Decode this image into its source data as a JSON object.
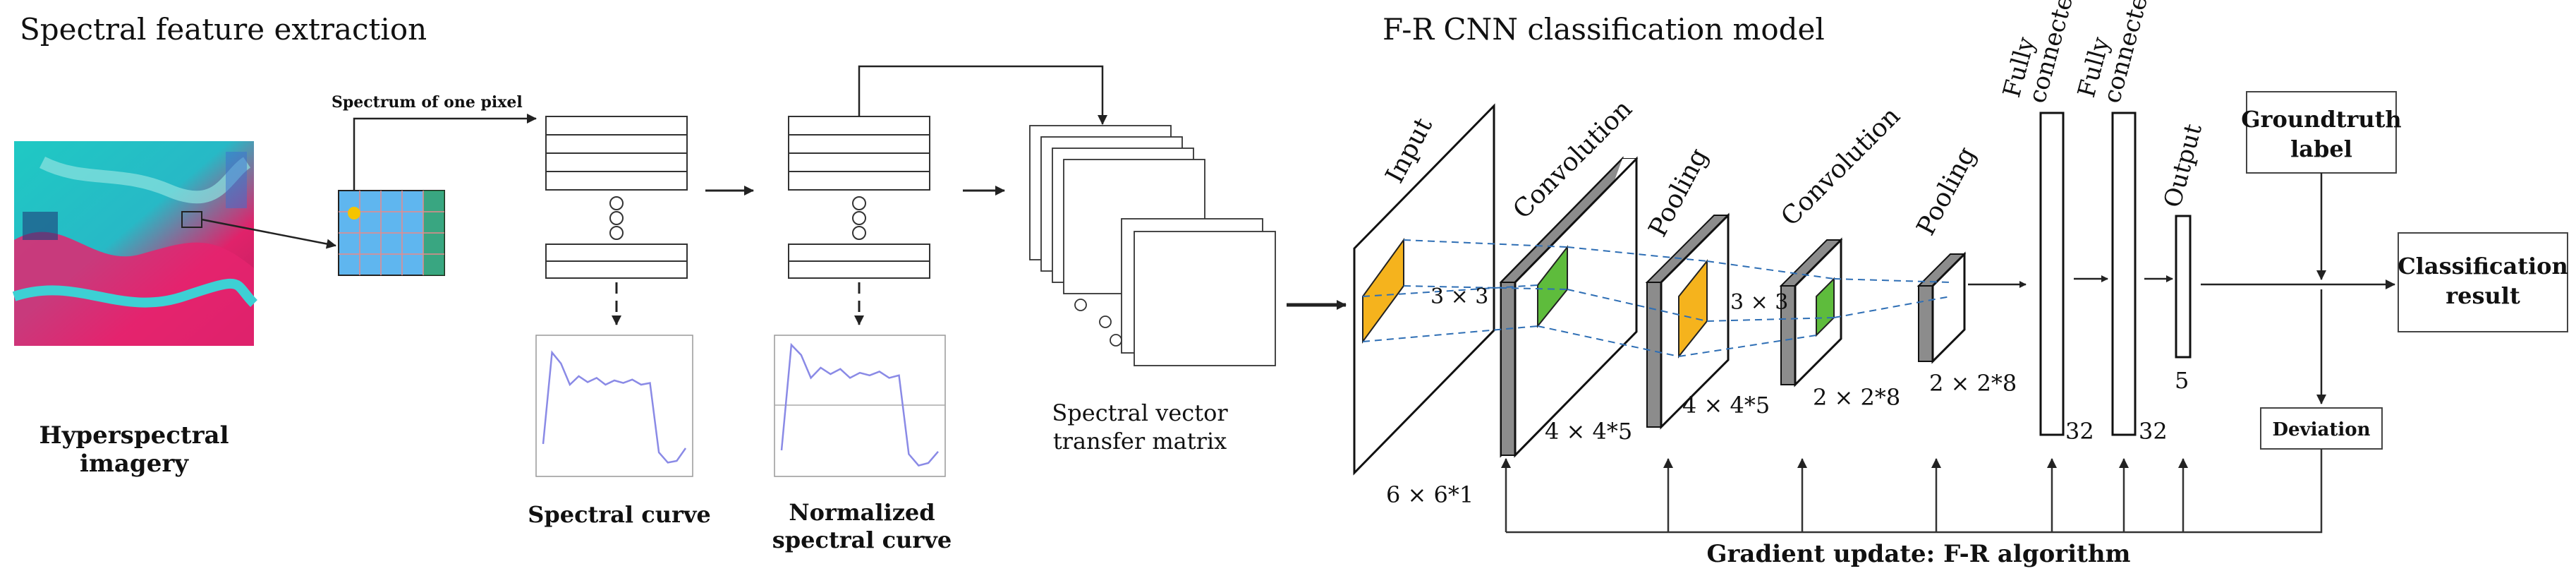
{
  "titles": {
    "left": "Spectral feature extraction",
    "right": "F-R CNN classification model"
  },
  "spectral": {
    "spectrum_label": "Spectrum of one pixel",
    "imagery_label_1": "Hyperspectral",
    "imagery_label_2": "imagery",
    "curve_label": "Spectral curve",
    "norm_label_1": "Normalized",
    "norm_label_2": "spectral curve",
    "matrix_label_1": "Spectral vector",
    "matrix_label_2": "transfer matrix"
  },
  "curves": {
    "raw": [
      110,
      218,
      205,
      180,
      190,
      183,
      188,
      180,
      185,
      182,
      186,
      180,
      182,
      100,
      88,
      90,
      105
    ],
    "normalized": [
      0.15,
      0.98,
      0.9,
      0.72,
      0.8,
      0.75,
      0.79,
      0.72,
      0.76,
      0.74,
      0.77,
      0.72,
      0.74,
      0.12,
      0.03,
      0.05,
      0.14
    ]
  },
  "cnn": {
    "input_label": "Input",
    "conv1_label": "Convolution",
    "pool1_label": "Pooling",
    "conv2_label": "Convolution",
    "pool2_label": "Pooling",
    "fc1_label_1": "Fully",
    "fc1_label_2": "connected",
    "fc2_label_1": "Fully",
    "fc2_label_2": "connected",
    "output_label": "Output",
    "kernel1": "3 × 3",
    "kernel2": "3 × 3",
    "dim_input": "6 × 6*1",
    "dim_conv1": "4 × 4*5",
    "dim_pool1": "4 × 4*5",
    "dim_conv2": "2 × 2*8",
    "dim_pool2": "2 × 2*8",
    "dim_fc1": "32",
    "dim_fc2": "32",
    "dim_output": "5",
    "groundtruth_1": "Groundtruth",
    "groundtruth_2": "label",
    "result_1": "Classification",
    "result_2": "result",
    "deviation": "Deviation",
    "gradient": "Gradient update: F-R algorithm"
  },
  "colors": {
    "yellow_kernel": "#f5b31d",
    "green_kernel": "#5ebc3c",
    "dashed_lines": "#2f6fb5",
    "curve_line": "#8a8ae6",
    "layer_side": "#8c8c8c"
  }
}
